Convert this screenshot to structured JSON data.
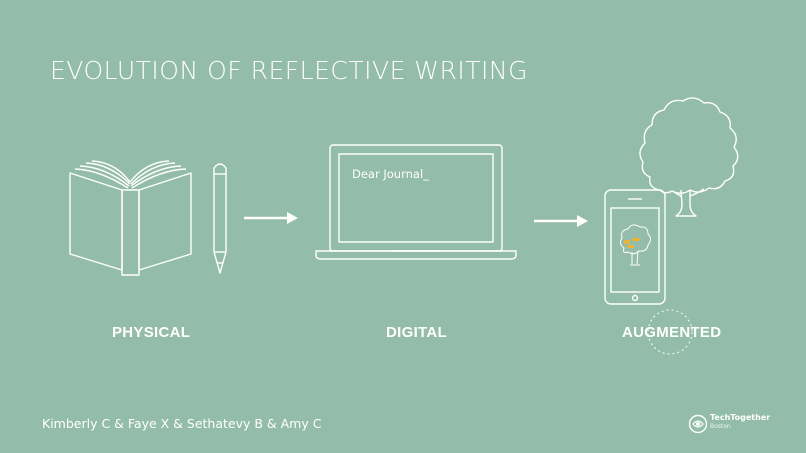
{
  "title": "EVOLUTION OF REFLECTIVE WRITING",
  "stages": [
    {
      "label": "PHYSICAL"
    },
    {
      "label": "DIGITAL"
    },
    {
      "label": "AUGMENTED"
    }
  ],
  "laptop_screen_text": "Dear Journal_",
  "credits": "Kimberly C & Faye X & Sethatevy B & Amy C",
  "logo": {
    "name": "TechTogether",
    "city": "Boston"
  },
  "colors": {
    "background": "#93bcaa",
    "line": "#ffffff",
    "accent": "#e7b33c"
  },
  "icons": [
    "book-icon",
    "pencil-icon",
    "arrow-right-icon",
    "laptop-icon",
    "smartphone-icon",
    "tree-icon",
    "dotted-circle-icon",
    "logo-icon"
  ]
}
